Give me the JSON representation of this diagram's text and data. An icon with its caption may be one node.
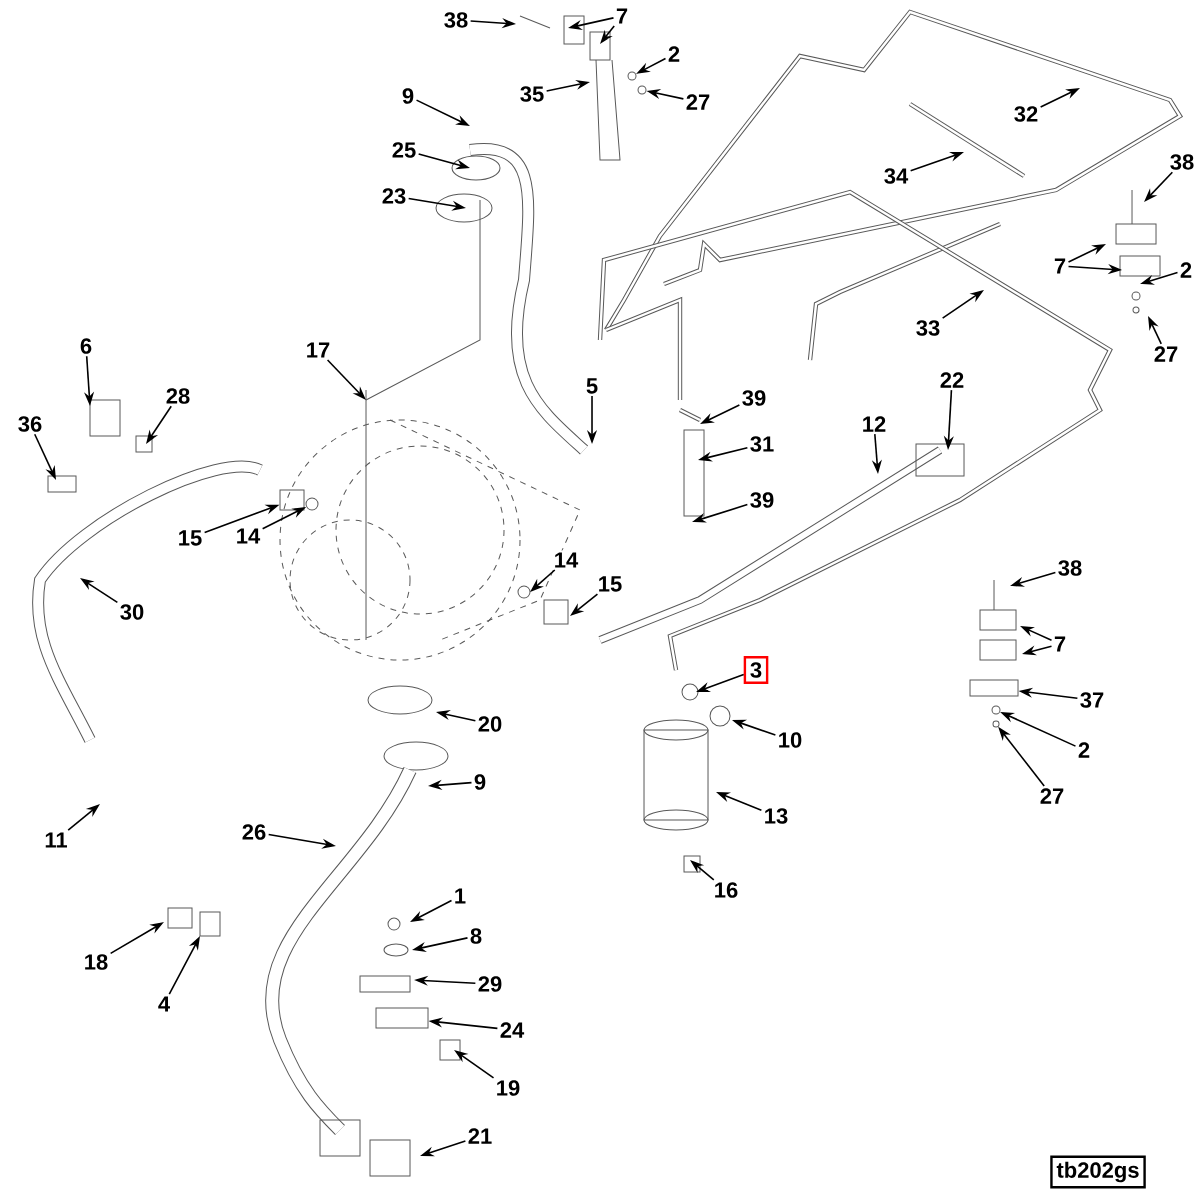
{
  "diagram": {
    "nodes": [
      {
        "text": [
          "38"
        ]
      },
      {
        "text": [
          "7"
        ]
      },
      {
        "text": [
          "2"
        ]
      },
      {
        "text": [
          "27"
        ]
      },
      {
        "text": [
          "35"
        ]
      },
      {
        "text": [
          "9"
        ]
      },
      {
        "text": [
          "25"
        ]
      },
      {
        "text": [
          "23"
        ]
      },
      {
        "text": [
          "32"
        ]
      },
      {
        "text": [
          "34"
        ]
      },
      {
        "text": [
          "38"
        ]
      },
      {
        "text": [
          "7"
        ]
      },
      {
        "text": [
          "2"
        ]
      },
      {
        "text": [
          "27"
        ]
      },
      {
        "text": [
          "33"
        ]
      },
      {
        "text": [
          "17"
        ]
      },
      {
        "text": [
          "6"
        ]
      },
      {
        "text": [
          "28"
        ]
      },
      {
        "text": [
          "36"
        ]
      },
      {
        "text": [
          "5"
        ]
      },
      {
        "text": [
          "39"
        ]
      },
      {
        "text": [
          "31"
        ]
      },
      {
        "text": [
          "39"
        ]
      },
      {
        "text": [
          "12"
        ]
      },
      {
        "text": [
          "22"
        ]
      },
      {
        "text": [
          "15"
        ]
      },
      {
        "text": [
          "14"
        ]
      },
      {
        "text": [
          "14"
        ]
      },
      {
        "text": [
          "15"
        ]
      },
      {
        "text": [
          "30"
        ]
      },
      {
        "text": [
          "3"
        ]
      },
      {
        "text": [
          "10"
        ]
      },
      {
        "text": [
          "38"
        ]
      },
      {
        "text": [
          "7"
        ]
      },
      {
        "text": [
          "37"
        ]
      },
      {
        "text": [
          "2"
        ]
      },
      {
        "text": [
          "27"
        ]
      },
      {
        "text": [
          "13"
        ]
      },
      {
        "text": [
          "16"
        ]
      },
      {
        "text": [
          "20"
        ]
      },
      {
        "text": [
          "9"
        ]
      },
      {
        "text": [
          "11"
        ]
      },
      {
        "text": [
          "26"
        ]
      },
      {
        "text": [
          "1"
        ]
      },
      {
        "text": [
          "8"
        ]
      },
      {
        "text": [
          "18"
        ]
      },
      {
        "text": [
          "29"
        ]
      },
      {
        "text": [
          "4"
        ]
      },
      {
        "text": [
          "24"
        ]
      },
      {
        "text": [
          "19"
        ]
      },
      {
        "text": [
          "21"
        ]
      },
      {
        "text": [
          "tb202gs"
        ]
      },
      {
        "text": [],
        "shape": "circle"
      },
      {
        "text": [],
        "shape": "box"
      },
      {
        "text": [],
        "shape": "box"
      },
      {
        "text": [],
        "shape": "box"
      },
      {
        "text": [],
        "shape": "circle"
      },
      {
        "text": [],
        "shape": "circle"
      },
      {
        "text": [],
        "shape": "circle"
      },
      {
        "text": [],
        "shape": "circle"
      }
    ],
    "edges": [
      {
        "from": 0,
        "to": null,
        "arrow": "to"
      },
      {
        "from": 1,
        "to": null,
        "arrow": "to"
      },
      {
        "from": 1,
        "to": null,
        "arrow": "to"
      },
      {
        "from": 2,
        "to": 56,
        "arrow": "to"
      },
      {
        "from": 3,
        "to": 52,
        "arrow": "to"
      },
      {
        "from": 4,
        "to": null,
        "arrow": "to"
      },
      {
        "from": 5,
        "to": null,
        "arrow": "to"
      },
      {
        "from": 6,
        "to": null,
        "arrow": "to"
      },
      {
        "from": 7,
        "to": null,
        "arrow": "to"
      },
      {
        "from": 8,
        "to": null,
        "arrow": "to"
      },
      {
        "from": 9,
        "to": null,
        "arrow": "to"
      },
      {
        "from": 10,
        "to": null,
        "arrow": "to"
      },
      {
        "from": 11,
        "to": null,
        "arrow": "to"
      },
      {
        "from": 11,
        "to": null,
        "arrow": "to"
      },
      {
        "from": 12,
        "to": null,
        "arrow": "to"
      },
      {
        "from": 13,
        "to": null,
        "arrow": "to"
      },
      {
        "from": 14,
        "to": null,
        "arrow": "to"
      },
      {
        "from": 15,
        "to": null,
        "arrow": "to"
      },
      {
        "from": 16,
        "to": null,
        "arrow": "to"
      },
      {
        "from": 17,
        "to": null,
        "arrow": "to"
      },
      {
        "from": 18,
        "to": null,
        "arrow": "to"
      },
      {
        "from": 19,
        "to": null,
        "arrow": "to"
      },
      {
        "from": 20,
        "to": null,
        "arrow": "to"
      },
      {
        "from": 21,
        "to": null,
        "arrow": "to"
      },
      {
        "from": 22,
        "to": null,
        "arrow": "to"
      },
      {
        "from": 23,
        "to": null,
        "arrow": "to"
      },
      {
        "from": 24,
        "to": null,
        "arrow": "to"
      },
      {
        "from": 25,
        "to": 53,
        "arrow": "to"
      },
      {
        "from": 26,
        "to": 57,
        "arrow": "to"
      },
      {
        "from": 27,
        "to": null,
        "arrow": "to"
      },
      {
        "from": 28,
        "to": null,
        "arrow": "to"
      },
      {
        "from": 29,
        "to": null,
        "arrow": "to"
      },
      {
        "from": 30,
        "to": null,
        "arrow": "to"
      },
      {
        "from": 31,
        "to": null,
        "arrow": "to"
      },
      {
        "from": 32,
        "to": null,
        "arrow": "to"
      },
      {
        "from": 33,
        "to": null,
        "arrow": "to"
      },
      {
        "from": 33,
        "to": null,
        "arrow": "to"
      },
      {
        "from": 34,
        "to": 54,
        "arrow": "to"
      },
      {
        "from": 35,
        "to": 58,
        "arrow": "to"
      },
      {
        "from": 36,
        "to": 59,
        "arrow": "to"
      },
      {
        "from": 37,
        "to": null,
        "arrow": "to"
      },
      {
        "from": 38,
        "to": null,
        "arrow": "to"
      },
      {
        "from": 39,
        "to": null,
        "arrow": "to"
      },
      {
        "from": 40,
        "to": null,
        "arrow": "to"
      },
      {
        "from": 41,
        "to": null,
        "arrow": "to"
      },
      {
        "from": 42,
        "to": null,
        "arrow": "to"
      },
      {
        "from": 43,
        "to": null,
        "arrow": "to"
      },
      {
        "from": 44,
        "to": null,
        "arrow": "to"
      },
      {
        "from": 45,
        "to": null,
        "arrow": "to"
      },
      {
        "from": 46,
        "to": null,
        "arrow": "to"
      },
      {
        "from": 47,
        "to": null,
        "arrow": "to"
      },
      {
        "from": 48,
        "to": 55,
        "arrow": "to"
      },
      {
        "from": 49,
        "to": null,
        "arrow": "to"
      },
      {
        "from": 50,
        "to": null,
        "arrow": "to"
      }
    ]
  }
}
